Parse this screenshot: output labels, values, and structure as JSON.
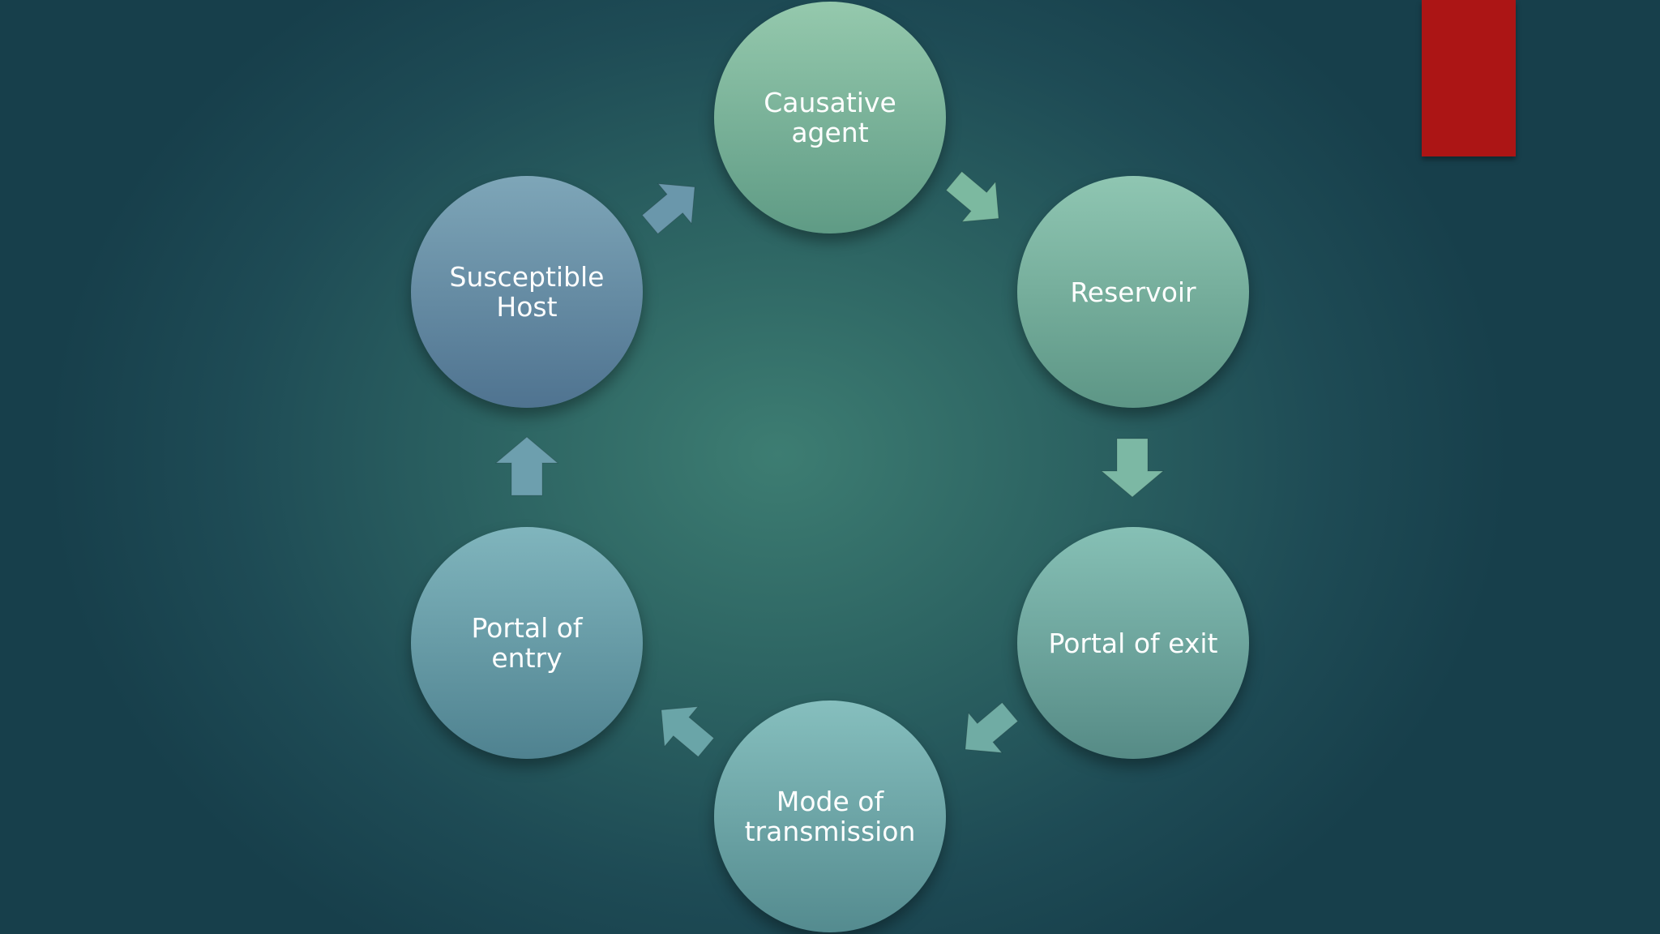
{
  "cycle": {
    "nodes": [
      {
        "label": "Causative\nagent"
      },
      {
        "label": "Reservoir"
      },
      {
        "label": "Portal of exit"
      },
      {
        "label": "Mode of\ntransmission"
      },
      {
        "label": "Portal of\nentry"
      },
      {
        "label": "Susceptible\nHost"
      }
    ]
  },
  "colors": {
    "accent_bar": "#ac1515",
    "background": "#2c6362"
  }
}
